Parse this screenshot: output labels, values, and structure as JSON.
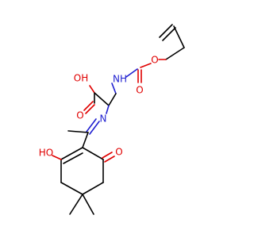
{
  "molecule": {
    "labels": {
      "oh_acid": "OH",
      "o_acid": "O",
      "nh_carbamate": "NH",
      "o_carbonyl": "O",
      "o_ester": "O",
      "n_imine": "N",
      "ho_enol": "HO",
      "o_ketone": "O"
    },
    "colors": {
      "bond": "#000000",
      "nitrogen": "#1f1fd0",
      "oxygen": "#e00000"
    }
  }
}
